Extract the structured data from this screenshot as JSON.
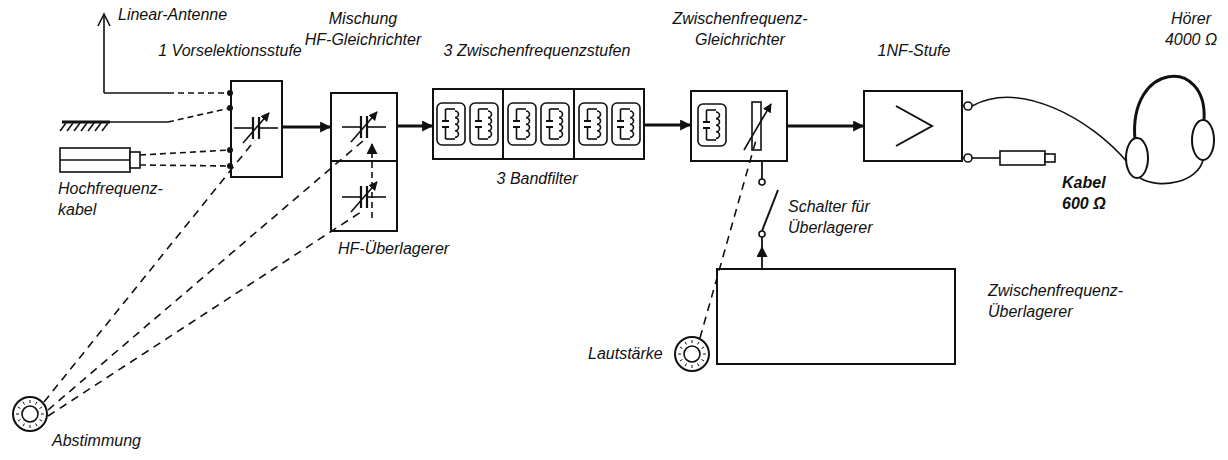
{
  "diagram": {
    "nodes": [
      {
        "text": [
          "1 Vorselektionsstufe"
        ]
      },
      {
        "text": [
          "Mischung HF-Gleichrichter"
        ]
      },
      {
        "text": [
          "HF-Überlagerer"
        ]
      },
      {
        "text": [
          "3 Zwischenfrequenzstufen",
          "3 Bandfilter"
        ]
      },
      {
        "text": [
          "Zwischenfrequenz- Gleichrichter"
        ]
      },
      {
        "text": [
          "1NF-Stufe"
        ]
      },
      {
        "text": [
          "Zwischenfrequenz- Überlagerer"
        ]
      }
    ],
    "edges": [
      {
        "from": 0,
        "to": 1,
        "arrow": "to"
      },
      {
        "from": 1,
        "to": 3,
        "arrow": "to"
      },
      {
        "from": 3,
        "to": 4,
        "arrow": "to"
      },
      {
        "from": 4,
        "to": 5,
        "arrow": "to"
      },
      {
        "from": 2,
        "to": 1,
        "arrow": "to"
      },
      {
        "from": 6,
        "to": 4,
        "arrow": "to"
      }
    ],
    "labels": [
      "Linear-Antenne",
      "Hochfrequenz- kabel",
      "Abstimmung",
      "Lautstärke",
      "Schalter für Überlagerer",
      "Hörer 4000 Ω",
      "Kabel 600 Ω"
    ]
  }
}
